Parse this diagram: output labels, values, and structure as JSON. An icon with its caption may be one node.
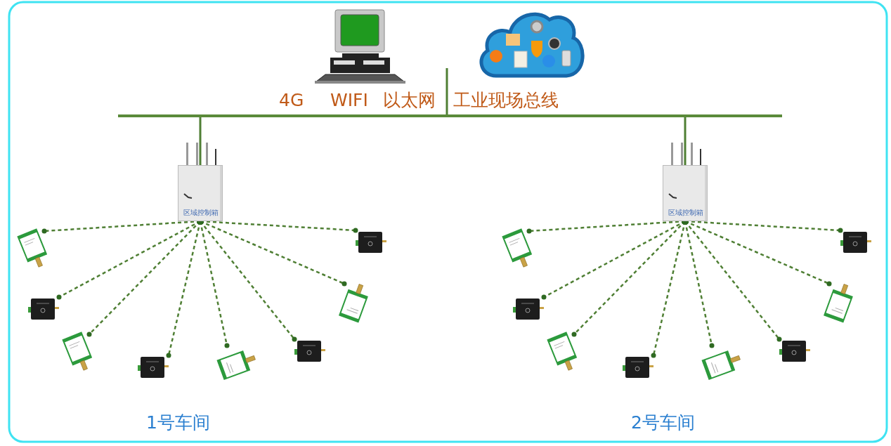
{
  "diagram": {
    "nodes": [
      {
        "text": [],
        "shape": "picture"
      },
      {
        "text": [],
        "shape": "picture"
      },
      {
        "text": [],
        "shape": "bar"
      },
      {
        "text": [
          "区域控制箱"
        ]
      },
      {
        "text": [
          "区域控制箱"
        ]
      },
      {
        "text": [],
        "shape": "picture"
      },
      {
        "text": [],
        "shape": "picture"
      },
      {
        "text": [],
        "shape": "picture"
      },
      {
        "text": [],
        "shape": "picture"
      },
      {
        "text": [],
        "shape": "picture"
      },
      {
        "text": [],
        "shape": "picture"
      },
      {
        "text": [],
        "shape": "picture"
      },
      {
        "text": [],
        "shape": "picture"
      },
      {
        "text": [],
        "shape": "picture"
      },
      {
        "text": [],
        "shape": "picture"
      },
      {
        "text": [],
        "shape": "picture"
      },
      {
        "text": [],
        "shape": "picture"
      },
      {
        "text": [],
        "shape": "picture"
      },
      {
        "text": [],
        "shape": "picture"
      },
      {
        "text": [],
        "shape": "picture"
      },
      {
        "text": [],
        "shape": "picture"
      }
    ],
    "edges": [
      {
        "from": 2,
        "to": null,
        "arrow": "none"
      },
      {
        "from": 2,
        "to": 3,
        "arrow": "none"
      },
      {
        "from": 2,
        "to": 4,
        "arrow": "none"
      },
      {
        "from": 3,
        "to": 5,
        "arrow": "other",
        "style": "dashed"
      },
      {
        "from": 3,
        "to": 6,
        "arrow": "other",
        "style": "dashed"
      },
      {
        "from": 3,
        "to": 7,
        "arrow": "other",
        "style": "dashed"
      },
      {
        "from": 3,
        "to": 8,
        "arrow": "other",
        "style": "dashed"
      },
      {
        "from": 3,
        "to": 9,
        "arrow": "other",
        "style": "dashed"
      },
      {
        "from": 3,
        "to": 10,
        "arrow": "other",
        "style": "dashed"
      },
      {
        "from": 3,
        "to": 11,
        "arrow": "other",
        "style": "dashed"
      },
      {
        "from": 3,
        "to": 12,
        "arrow": "other",
        "style": "dashed"
      },
      {
        "from": 4,
        "to": 13,
        "arrow": "other",
        "style": "dashed"
      },
      {
        "from": 4,
        "to": 14,
        "arrow": "other",
        "style": "dashed"
      },
      {
        "from": 4,
        "to": 15,
        "arrow": "other",
        "style": "dashed"
      },
      {
        "from": 4,
        "to": 16,
        "arrow": "other",
        "style": "dashed"
      },
      {
        "from": 4,
        "to": 17,
        "arrow": "other",
        "style": "dashed"
      },
      {
        "from": 4,
        "to": 18,
        "arrow": "other",
        "style": "dashed"
      },
      {
        "from": 4,
        "to": 19,
        "arrow": "other",
        "style": "dashed"
      },
      {
        "from": 4,
        "to": 20,
        "arrow": "other",
        "style": "dashed"
      }
    ],
    "labels": [
      "4G",
      "WIFI",
      "以太网",
      "工业现场总线",
      "1号车间",
      "2号车间"
    ]
  }
}
